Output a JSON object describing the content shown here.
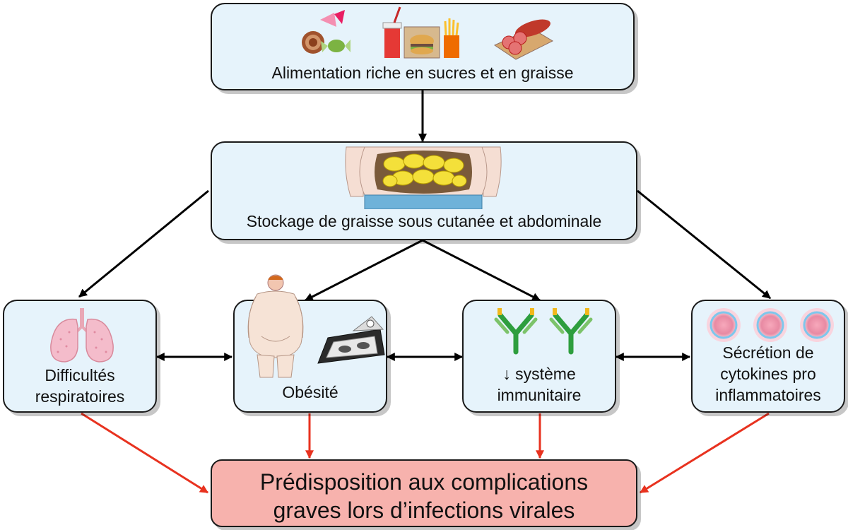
{
  "nodes": {
    "diet": {
      "label": "Alimentation riche en sucres et en graisse"
    },
    "storage": {
      "label": "Stockage de graisse sous cutanée et abdominale"
    },
    "respiratory": {
      "label": "Difficultés\nrespiratoires"
    },
    "obesity": {
      "label": "Obésité"
    },
    "immune": {
      "label": "système\nimmunitaire",
      "prefix": "↓"
    },
    "cytokines": {
      "label": "Sécrétion de\ncytokines pro\ninflammatoires"
    },
    "outcome": {
      "label": "Prédisposition aux complications\ngraves lors d’infections virales"
    }
  },
  "colors": {
    "box_fill": "#e6f3fb",
    "outcome_fill": "#f7b2ad",
    "black_arrow": "#000000",
    "red_arrow": "#e8321f"
  },
  "icons": [
    "candy-icon",
    "fast-food-icon",
    "salami-icon",
    "belly-fat-icon",
    "lungs-icon",
    "obese-person-icon",
    "scale-icon",
    "antibody-icon",
    "cytokine-cell-icon"
  ]
}
